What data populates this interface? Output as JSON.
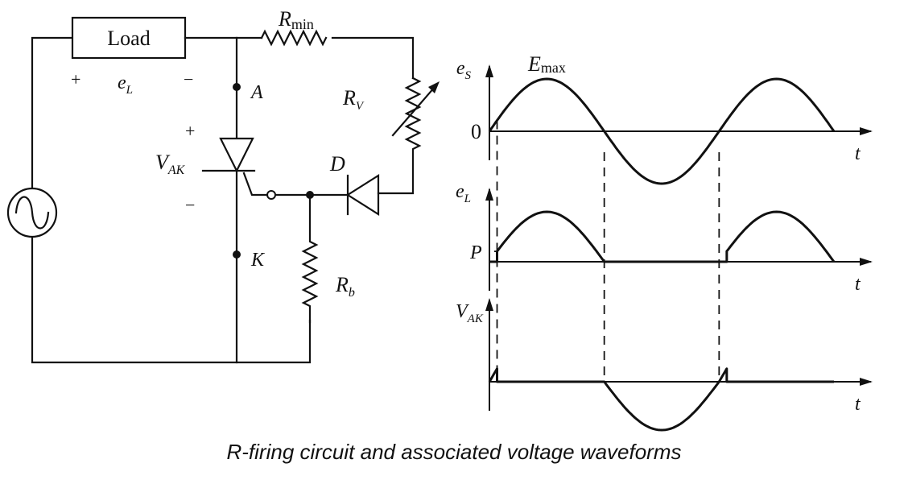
{
  "caption": "R-firing circuit and associated voltage waveforms",
  "circuit": {
    "load_label": "Load",
    "resistor_min": {
      "main": "R",
      "sub": "min"
    },
    "resistor_variable": {
      "main": "R",
      "sub": "V"
    },
    "resistor_b": {
      "main": "R",
      "sub": "b"
    },
    "diode_label": "D",
    "anode_label": "A",
    "cathode_label": "K",
    "vak": {
      "main": "V",
      "sub": "AK"
    },
    "vak_plus": "+",
    "vak_minus": "−",
    "el": {
      "main": "e",
      "sub": "L"
    },
    "el_plus": "+",
    "el_minus": "−",
    "source_icon": "ac-source-icon"
  },
  "chart_data": [
    {
      "type": "line",
      "title": "",
      "ylabel": {
        "main": "e",
        "sub": "S"
      },
      "xlabel": "t",
      "origin_label": "0",
      "peak_label": {
        "main": "E",
        "sub": "max"
      },
      "description": "Source voltage e_S = E_max·sin(ωt), 1.5 cycles shown",
      "x_unit": "degrees",
      "xlim": [
        0,
        540
      ],
      "ylim": [
        -1,
        1
      ],
      "series": [
        {
          "name": "e_S",
          "x": [
            0,
            90,
            180,
            270,
            360,
            450,
            540
          ],
          "y": [
            0,
            1,
            0,
            -1,
            0,
            1,
            0
          ]
        }
      ]
    },
    {
      "type": "line",
      "ylabel": {
        "main": "e",
        "sub": "L"
      },
      "xlabel": "t",
      "level_label": "P",
      "description": "Load voltage: zero until SCR fires at ~12°, follows source until 180°, zero during negative half, fires again at ~372°",
      "x_unit": "degrees",
      "firing_angle_deg": 12,
      "xlim": [
        0,
        540
      ],
      "ylim": [
        -1,
        1
      ],
      "series": [
        {
          "name": "e_L",
          "x": [
            0,
            12,
            12,
            90,
            180,
            360,
            372,
            372,
            450,
            540
          ],
          "y": [
            0,
            0,
            0.21,
            1,
            0,
            0,
            0,
            0.21,
            1,
            0
          ]
        }
      ]
    },
    {
      "type": "line",
      "ylabel": {
        "main": "V",
        "sub": "AK"
      },
      "xlabel": "t",
      "description": "Anode-cathode voltage: follows source until firing (~12°), zero while conducting, full negative half cycle 180°–360°",
      "x_unit": "degrees",
      "xlim": [
        0,
        540
      ],
      "ylim": [
        -1,
        1
      ],
      "series": [
        {
          "name": "V_AK",
          "x": [
            0,
            12,
            12,
            180,
            270,
            360,
            372,
            372,
            540
          ],
          "y": [
            0,
            0.21,
            0,
            0,
            -1,
            0,
            0.21,
            0,
            0
          ]
        }
      ]
    }
  ],
  "dashed_markers_deg": [
    12,
    180,
    360
  ]
}
